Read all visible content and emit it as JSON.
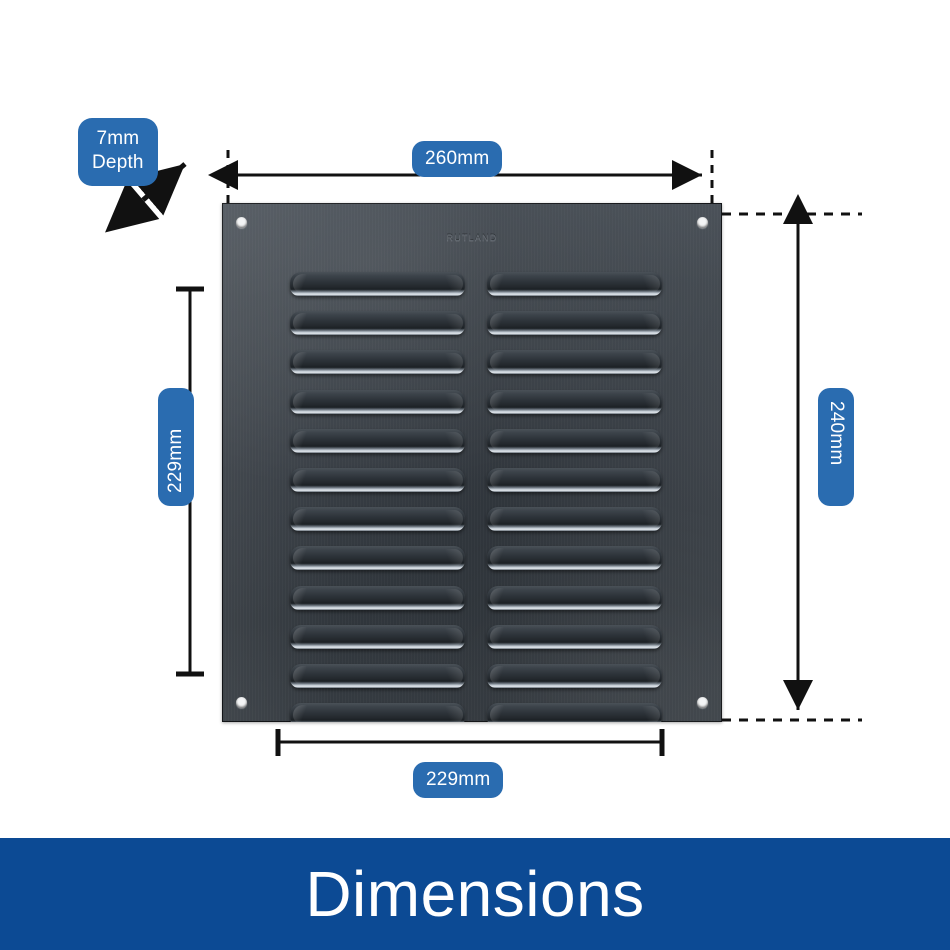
{
  "product": {
    "name": "louvre-vent-grille",
    "emboss_text": "RUTLAND",
    "panel_color": "#353b42",
    "louvre_rows": 12,
    "louvre_columns": 2,
    "mounting_holes": 4
  },
  "theme": {
    "badge_bg": "#2a6cb0",
    "badge_text": "#ffffff",
    "footer_bg": "#0c4a94",
    "footer_text": "#ffffff",
    "line_color": "#111111",
    "background": "#ffffff"
  },
  "dimensions": {
    "depth": {
      "value_line1": "7mm",
      "value_line2": "Depth",
      "label": "7mm Depth"
    },
    "top_width": {
      "label": "260mm",
      "value": 260,
      "unit": "mm"
    },
    "left_height": {
      "label": "229mm",
      "value": 229,
      "unit": "mm"
    },
    "right_height": {
      "label": "240mm",
      "value": 240,
      "unit": "mm"
    },
    "bottom_width": {
      "label": "229mm",
      "value": 229,
      "unit": "mm"
    }
  },
  "footer": {
    "title": "Dimensions"
  }
}
